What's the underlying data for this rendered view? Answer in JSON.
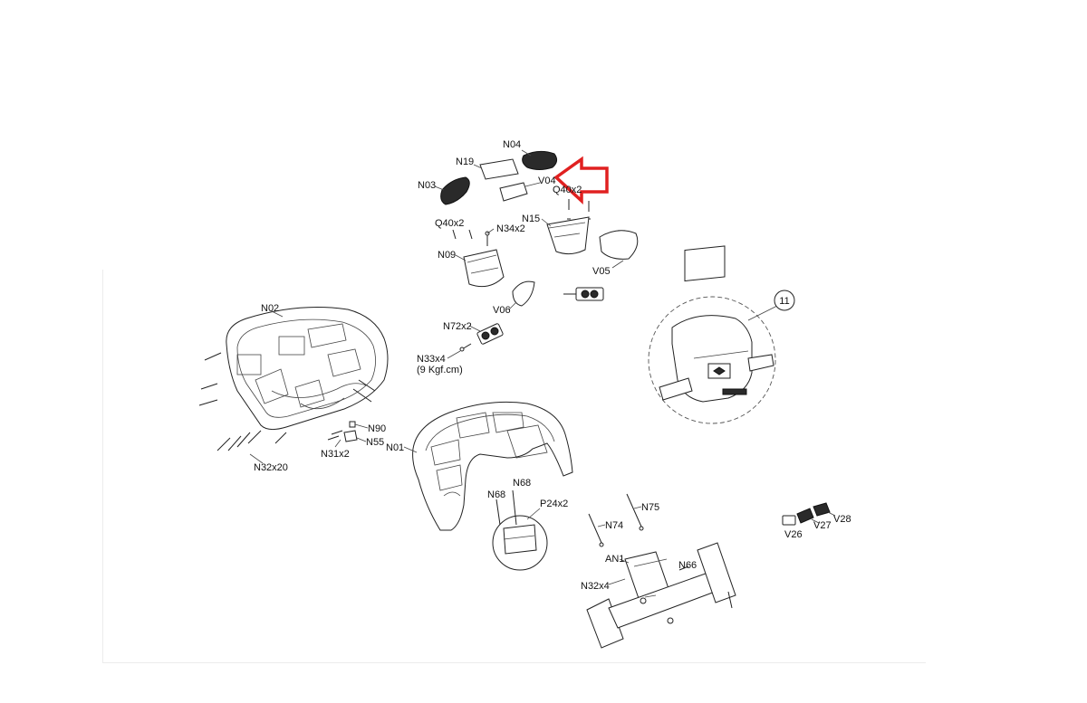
{
  "diagram": {
    "accent_color": "#e02020",
    "callout_number": "11",
    "labels": {
      "n04": "N04",
      "n19": "N19",
      "n03": "N03",
      "v04": "V04",
      "q40x2_right": "Q40x2",
      "q40x2_left": "Q40x2",
      "n34x2": "N34x2",
      "n15": "N15",
      "n09": "N09",
      "v05": "V05",
      "v06": "V06",
      "n02": "N02",
      "n72x2": "N72x2",
      "n33x4": "N33x4",
      "n33x4_note": "(9 Kgf.cm)",
      "n90": "N90",
      "n55": "N55",
      "n31x2": "N31x2",
      "n01": "N01",
      "n32x20": "N32x20",
      "n68_a": "N68",
      "n68_b": "N68",
      "p24x2": "P24x2",
      "n75": "N75",
      "n74": "N74",
      "an1": "AN1",
      "n66": "N66",
      "n32x4": "N32x4",
      "v26": "V26",
      "v27": "V27",
      "v28": "V28"
    }
  }
}
